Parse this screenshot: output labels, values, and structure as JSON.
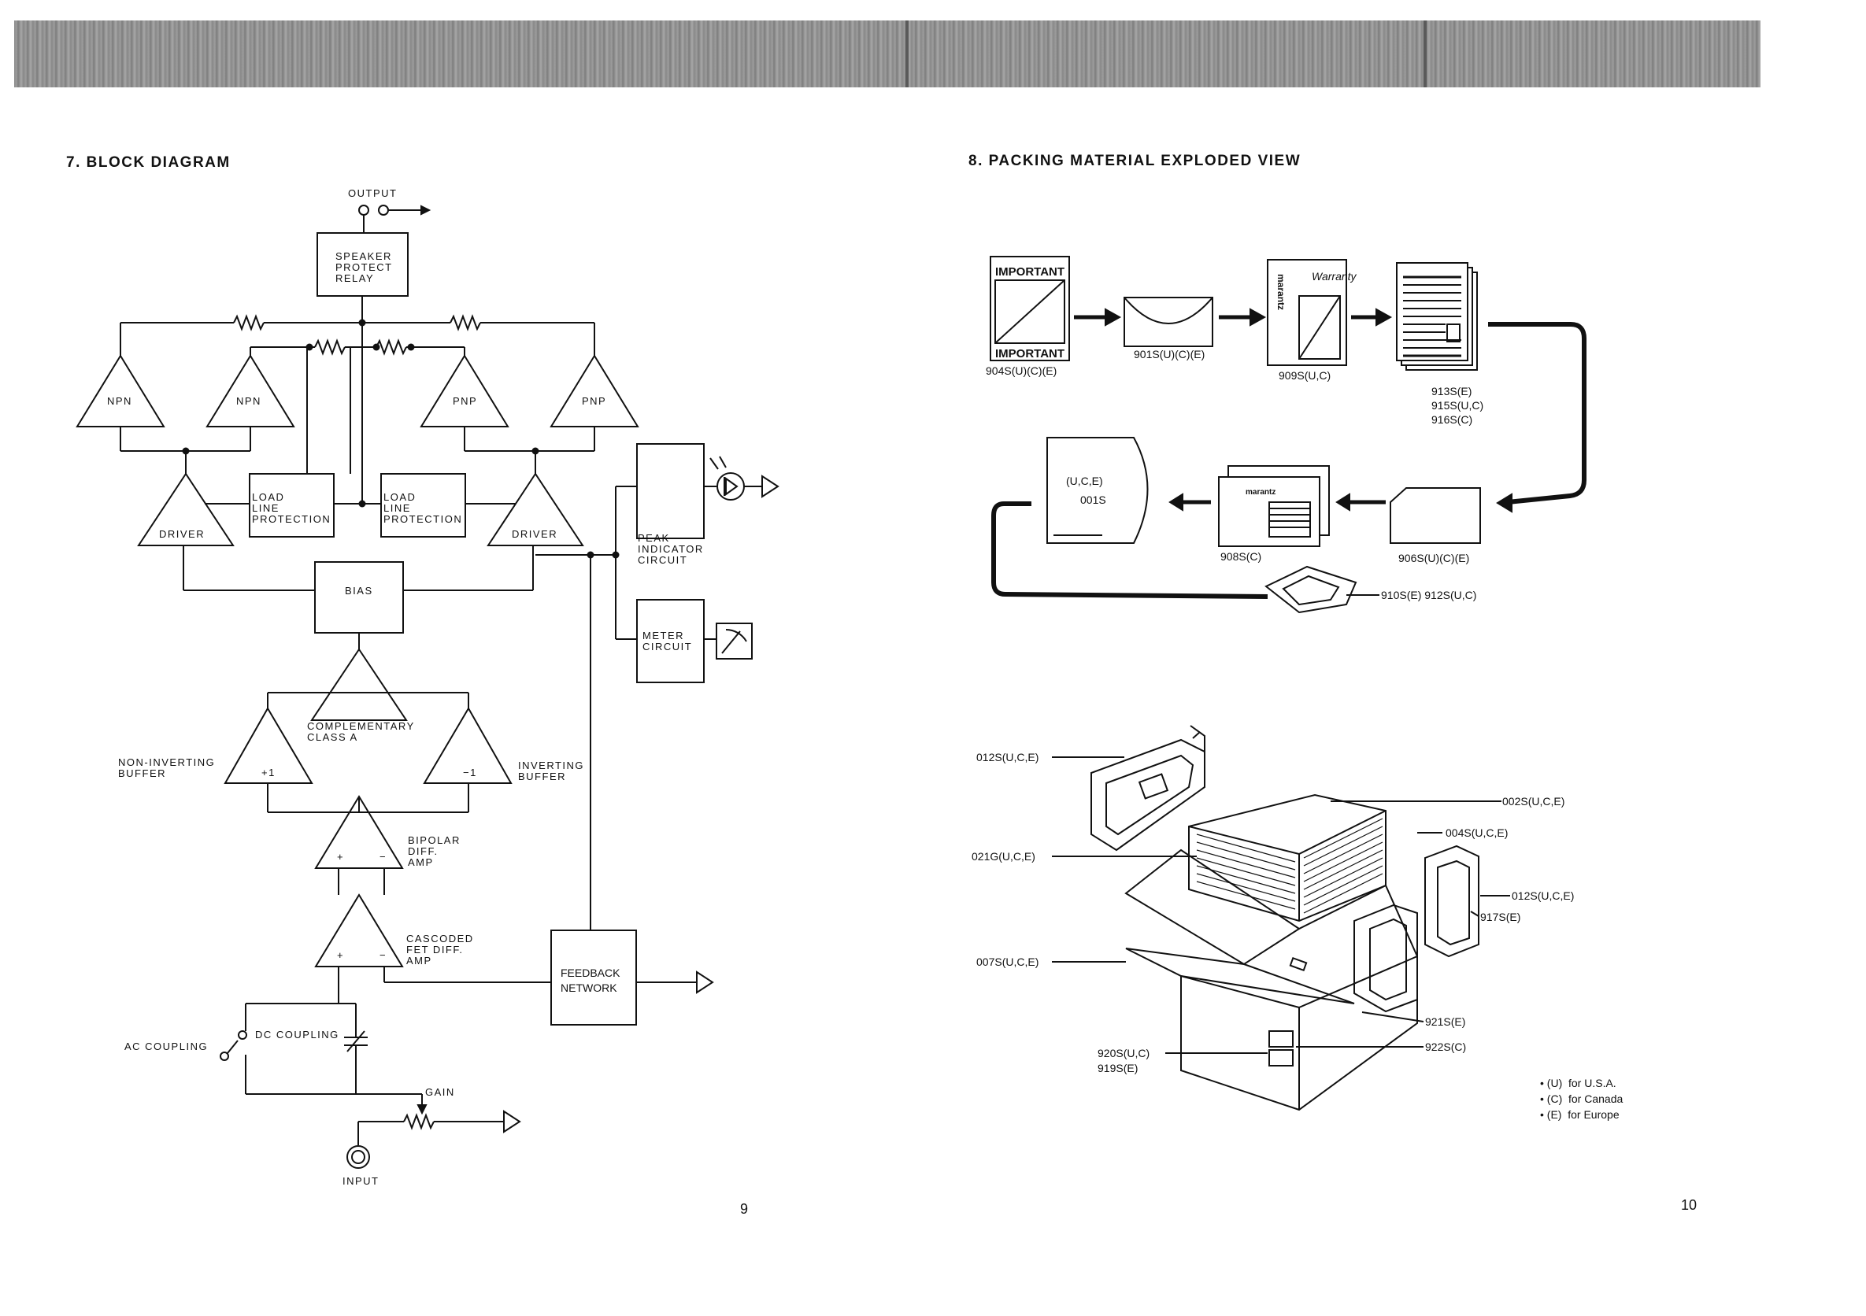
{
  "left_page": {
    "heading": "7. BLOCK DIAGRAM",
    "page_number": "9",
    "labels": {
      "output": "OUTPUT",
      "speaker_protect_relay": [
        "SPEAKER",
        "PROTECT",
        "RELAY"
      ],
      "npn": "NPN",
      "pnp": "PNP",
      "driver": "DRIVER",
      "load_line_protection": [
        "LOAD",
        "LINE",
        "PROTECTION"
      ],
      "peak_indicator_circuit": [
        "PEAK",
        "INDICATOR",
        "CIRCUIT"
      ],
      "bias": "BIAS",
      "meter_circuit": [
        "METER",
        "CIRCUIT"
      ],
      "complementary_class_a": [
        "COMPLEMENTARY",
        "CLASS A"
      ],
      "non_inverting_buffer": [
        "NON-INVERTING",
        "BUFFER"
      ],
      "inverting_buffer": [
        "INVERTING",
        "BUFFER"
      ],
      "plus_one": "+1",
      "minus_one": "−1",
      "bipolar_diff_amp": [
        "BIPOLAR",
        "DIFF.",
        "AMP"
      ],
      "cascoded_fet_diff_amp": [
        "CASCODED",
        "FET DIFF.",
        "AMP"
      ],
      "plus": "+",
      "minus": "−",
      "feedback_network": [
        "FEEDBACK",
        "NETWORK"
      ],
      "ac_coupling": "AC COUPLING",
      "dc_coupling": "DC COUPLING",
      "gain": "GAIN",
      "input": "INPUT"
    }
  },
  "right_page": {
    "heading": "8. PACKING MATERIAL EXPLODED VIEW",
    "page_number": "10",
    "top_items": {
      "important_top": "IMPORTANT",
      "important_bottom": "IMPORTANT",
      "part_904": "904S(U)(C)(E)",
      "part_901": "901S(U)(C)(E)",
      "part_909": "909S(U,C)",
      "part_913": "913S(E)",
      "part_915": "915S(U,C)",
      "part_916": "916S(C)",
      "bag_region": "(U,C,E)",
      "bag_part": "001S",
      "part_908": "908S(C)",
      "part_906": "906S(U)(C)(E)",
      "part_910_912": "910S(E) 912S(U,C)",
      "warranty_script": "Warranty",
      "brand_vertical": "marantz",
      "brand_card": "marantz"
    },
    "bottom_items": {
      "part_012_left": "012S(U,C,E)",
      "part_021": "021G(U,C,E)",
      "part_007": "007S(U,C,E)",
      "part_920": "920S(U,C)",
      "part_919": "919S(E)",
      "part_002": "002S(U,C,E)",
      "part_004": "004S(U,C,E)",
      "part_012_right": "012S(U,C,E)",
      "part_917": "917S(E)",
      "part_921": "921S(E)",
      "part_922": "922S(C)"
    },
    "legend": [
      "• (U)  for U.S.A.",
      "• (C)  for Canada",
      "• (E)  for Europe"
    ]
  }
}
